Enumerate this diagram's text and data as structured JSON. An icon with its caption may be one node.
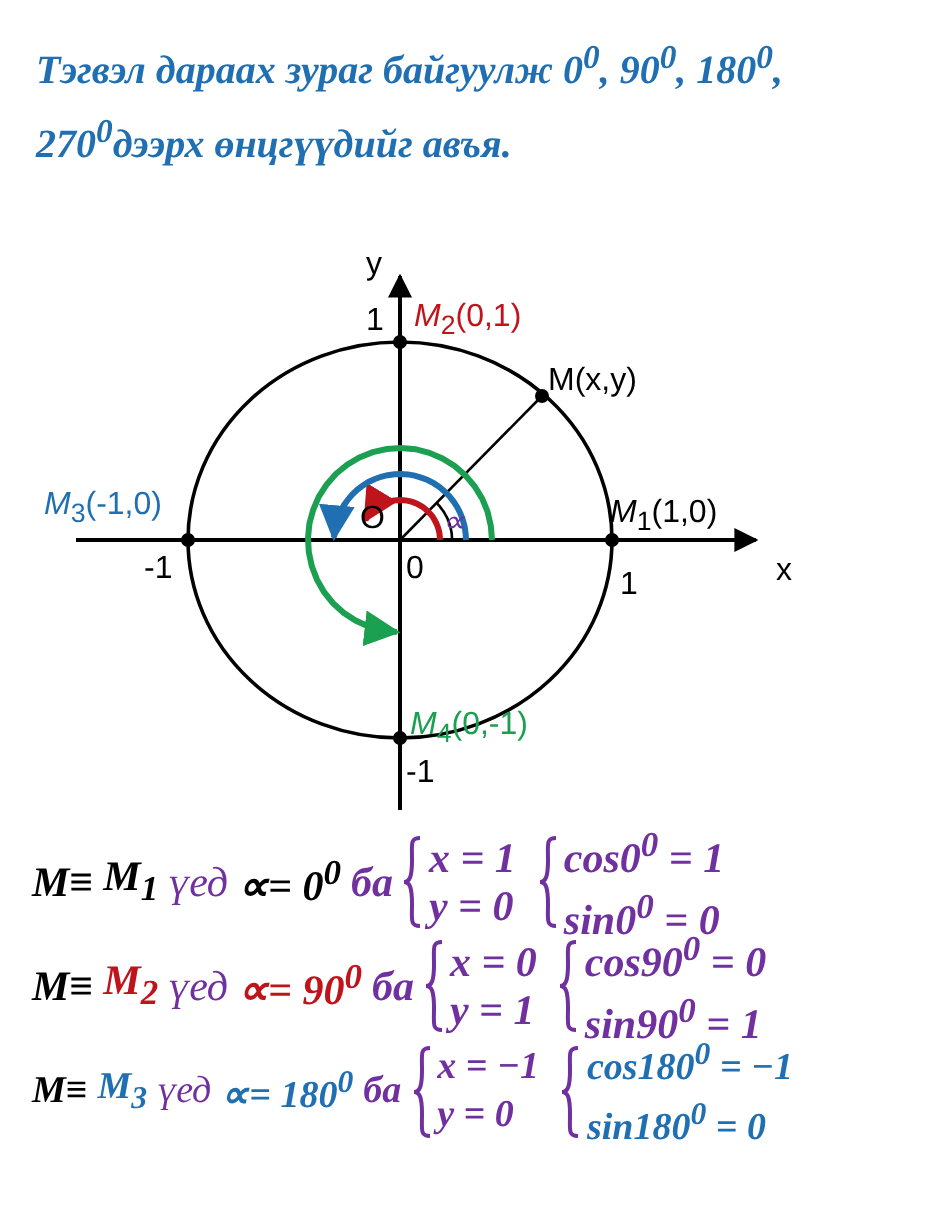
{
  "diagram": {
    "title": "Тэгвэл дараах зураг байгуулж 0$^{0}$, 90$^{0}$, 180$^{0}$, 270$^{0}$дээрх өнцгүүдийг авъя.",
    "labels": [
      "y",
      "1",
      "*M*$_{2}$(0,1)",
      "M(x,y)",
      "*M*$_{3}$(-1,0)",
      "O",
      "∝",
      "*M*$_{1}$(1,0)",
      "-1",
      "0",
      "1",
      "x",
      "*M*$_{4}$(0,-1)",
      "-1",
      "M≡",
      "M$_{1}$",
      "үед",
      "∝= 0$^{0}$",
      "ба",
      "x = 1",
      "y = 0",
      "cos0$^{0}$ = 1",
      "sin0$^{0}$ = 0",
      "M≡",
      "M$_{2}$",
      "үед",
      "∝= 90$^{0}$",
      "ба",
      "x = 0",
      "y = 1",
      "cos90$^{0}$ = 0",
      "sin90$^{0}$ = 1",
      "M≡",
      "M$_{3}$",
      "үед",
      "∝= 180$^{0}$",
      "ба",
      "x = −1",
      "y = 0",
      "cos180$^{0}$ = −1",
      "sin180$^{0}$ = 0"
    ]
  }
}
